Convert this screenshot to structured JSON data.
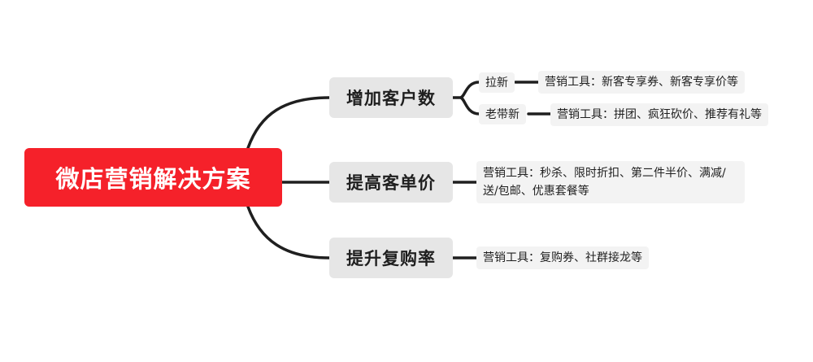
{
  "root": {
    "label": "微店营销解决方案"
  },
  "branches": [
    {
      "label": "增加客户数",
      "children": [
        {
          "label": "拉新",
          "tools": "营销工具：新客专享券、新客专享价等"
        },
        {
          "label": "老带新",
          "tools": "营销工具：拼团、疯狂砍价、推荐有礼等"
        }
      ]
    },
    {
      "label": "提高客单价",
      "tools": "营销工具：秒杀、限时折扣、第二件半价、满减/送/包邮、优惠套餐等"
    },
    {
      "label": "提升复购率",
      "tools": "营销工具：复购券、社群接龙等"
    }
  ],
  "colors": {
    "root_bg": "#f5212a",
    "branch_bg": "#e6e6e6",
    "leaf_bg": "#f3f3f3",
    "connector": "#1f1f1f"
  }
}
